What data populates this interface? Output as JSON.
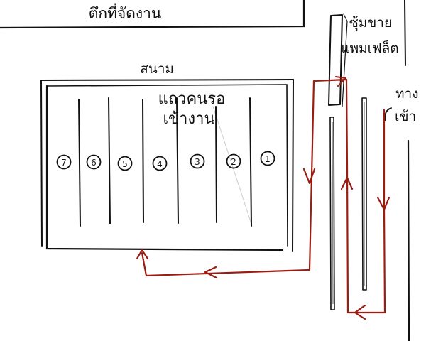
{
  "diagram": {
    "building_label": "ตึกที่จัดงาน",
    "field_label": "สนาม",
    "queue_label_lines": [
      "แถวคนรอ",
      "เข้างาน"
    ],
    "booth_label_lines": [
      "ซุ้มขาย",
      "แพมเฟล็ต"
    ],
    "entrance_label_lines": [
      "ทาง",
      "เข้า"
    ],
    "lane_numbers": [
      "7",
      "6",
      "5",
      "4",
      "3",
      "2",
      "1"
    ],
    "colors": {
      "ink": "#111111",
      "path": "#9b1c12",
      "background": "#ffffff",
      "pole_gray": "#888888"
    },
    "icons": {
      "arrow": "arrowhead-icon"
    }
  }
}
